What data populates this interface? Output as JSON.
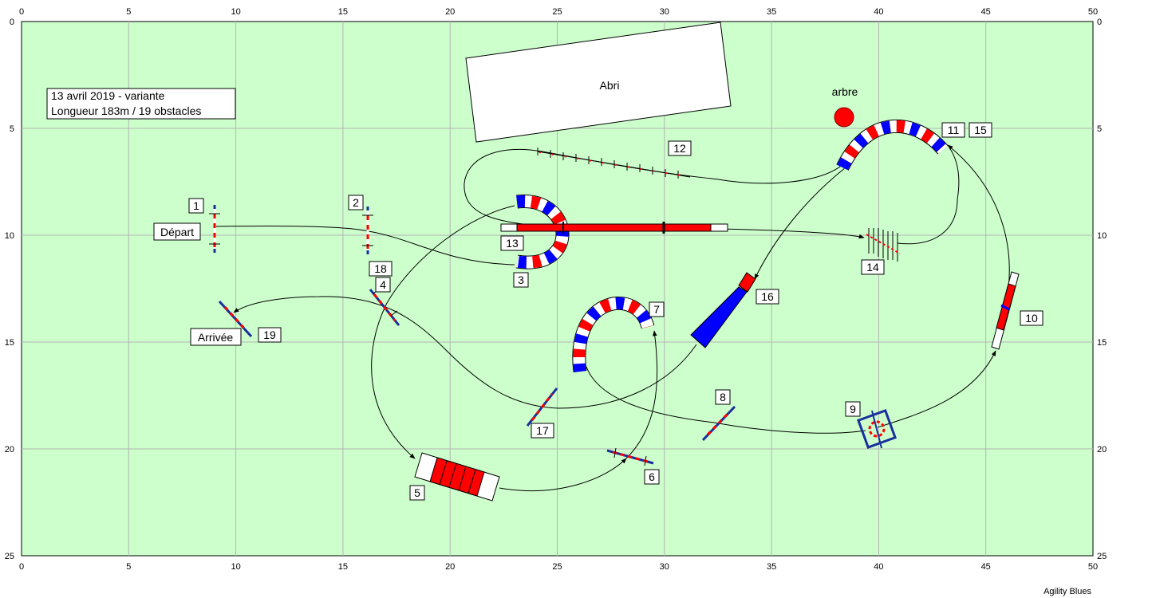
{
  "colors": {
    "field": "#ccffcc",
    "grid": "#b4b4b4",
    "red": "#ff0000",
    "blue": "#0000ff",
    "navy": "#1a2f9c",
    "path": "#000000"
  },
  "axes": {
    "x_ticks": [
      "0",
      "5",
      "10",
      "15",
      "20",
      "25",
      "30",
      "35",
      "40",
      "45",
      "50"
    ],
    "y_ticks": [
      "0",
      "5",
      "10",
      "15",
      "20",
      "25"
    ]
  },
  "info": {
    "line1": "13 avril 2019 - variante",
    "line2": "Longueur 183m / 19 obstacles"
  },
  "labels": {
    "depart": "Départ",
    "arrivee": "Arrivée",
    "abri": "Abri",
    "arbre": "arbre"
  },
  "obstacles": [
    {
      "num": "1",
      "type": "hurdle"
    },
    {
      "num": "2",
      "type": "hurdle"
    },
    {
      "num": "3",
      "type": "tunnel"
    },
    {
      "num": "4",
      "type": "hurdle"
    },
    {
      "num": "5",
      "type": "a-frame"
    },
    {
      "num": "6",
      "type": "hurdle"
    },
    {
      "num": "7",
      "type": "tunnel"
    },
    {
      "num": "8",
      "type": "hurdle"
    },
    {
      "num": "9",
      "type": "tire"
    },
    {
      "num": "10",
      "type": "wall"
    },
    {
      "num": "11",
      "type": "tunnel"
    },
    {
      "num": "12",
      "type": "weave-poles"
    },
    {
      "num": "13",
      "type": "dog-walk"
    },
    {
      "num": "14",
      "type": "weave-poles"
    },
    {
      "num": "15",
      "type": "tunnel"
    },
    {
      "num": "16",
      "type": "chute"
    },
    {
      "num": "17",
      "type": "hurdle"
    },
    {
      "num": "18",
      "type": "hurdle"
    },
    {
      "num": "19",
      "type": "hurdle"
    }
  ],
  "credit": "Agility Blues"
}
